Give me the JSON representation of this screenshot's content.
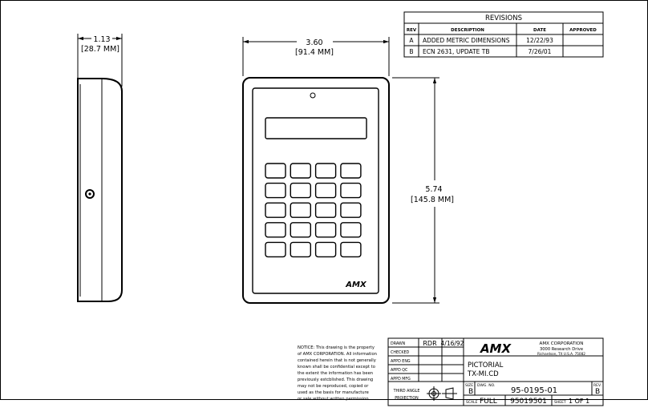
{
  "revisions": {
    "title": "REVISIONS",
    "headers": [
      "REV",
      "DESCRIPTION",
      "DATE",
      "APPROVED"
    ],
    "rows": [
      {
        "rev": "A",
        "description": "ADDED METRIC DIMENSIONS",
        "date": "12/22/93",
        "approved": ""
      },
      {
        "rev": "B",
        "description": "ECN 2631, UPDATE TB",
        "date": "7/26/01",
        "approved": ""
      }
    ]
  },
  "dimensions": {
    "depth_in": "1.13",
    "depth_mm": "[28.7 MM]",
    "width_in": "3.60",
    "width_mm": "[91.4 MM]",
    "height_in": "5.74",
    "height_mm": "[145.8 MM]"
  },
  "device_logo": "AMX",
  "notice": [
    "NOTICE: This drawing is the property",
    "of AMX CORPORATION. All information",
    "contained herein that is not generally",
    "known shall be confidential except to",
    "the extent the information has been",
    "previously estcblished. This drawing",
    "may not be reproduced, copied or",
    "used as the basis for manufacture",
    "or sale without written permission."
  ],
  "signoff": {
    "rows": [
      {
        "label": "DRAWN",
        "name": "RDR",
        "date": "4/16/92"
      },
      {
        "label": "CHECKED",
        "name": "",
        "date": ""
      },
      {
        "label": "APPD ENG",
        "name": "",
        "date": ""
      },
      {
        "label": "APPD QC",
        "name": "",
        "date": ""
      },
      {
        "label": "APPD MFG",
        "name": "",
        "date": ""
      }
    ],
    "projection_line1": "THIRD ANGLE",
    "projection_line2": "PROJECTION"
  },
  "company": {
    "logo": "AMX",
    "name": "AMX CORPORATION",
    "address1": "3000 Research Drive",
    "address2": "Richardson, TX U.S.A. 75082"
  },
  "title_lines": [
    "PICTORIAL",
    "TX-MI.CD"
  ],
  "size_label": "SIZE",
  "size_value": "B",
  "dwg_label": "DWG. NO.",
  "dwg_no": "95-0195-01",
  "rev_label": "REV.",
  "rev_value": "B",
  "scale_label": "SCALE",
  "scale_value": "FULL",
  "part_no": "95019501",
  "sheet_label": "SHEET",
  "sheet_value": "1  OF  1"
}
